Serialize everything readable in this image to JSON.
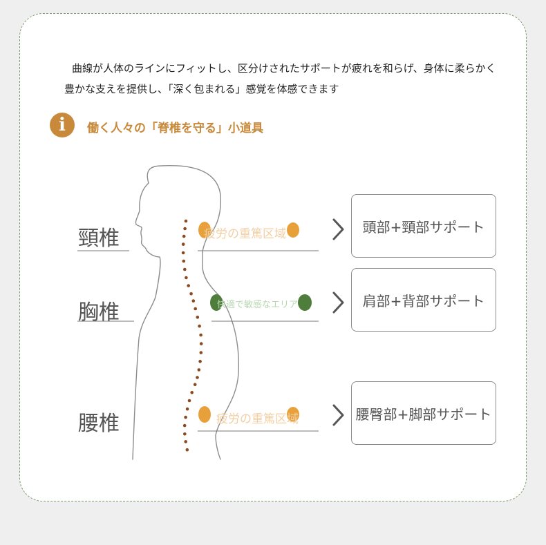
{
  "intro": {
    "line1": "曲線が人体のラインにフィットし、区分けされたサポートが疲れを和らげ、身体に柔らかく",
    "line2": "豊かな支えを提供し、「深く包まれる」感覚を体感できます"
  },
  "info": {
    "icon": "info-icon",
    "title": "働く人々の「脊椎を守る」小道具"
  },
  "regions": [
    {
      "label": "頸椎",
      "zone": "疲労の重篤区域",
      "support": "頭部+頸部サポート",
      "zone_color": "#e8a13a"
    },
    {
      "label": "胸椎",
      "zone": "快適で敏感なエリア",
      "support": "肩部+背部サポート",
      "zone_color": "#4e7d3c"
    },
    {
      "label": "腰椎",
      "zone": "疲労の重篤区域",
      "support": "腰臀部+脚部サポート",
      "zone_color": "#e8a13a"
    }
  ],
  "colors": {
    "accent": "#c8893a",
    "spine_dots": "#8b4a1f",
    "text": "#555555"
  }
}
